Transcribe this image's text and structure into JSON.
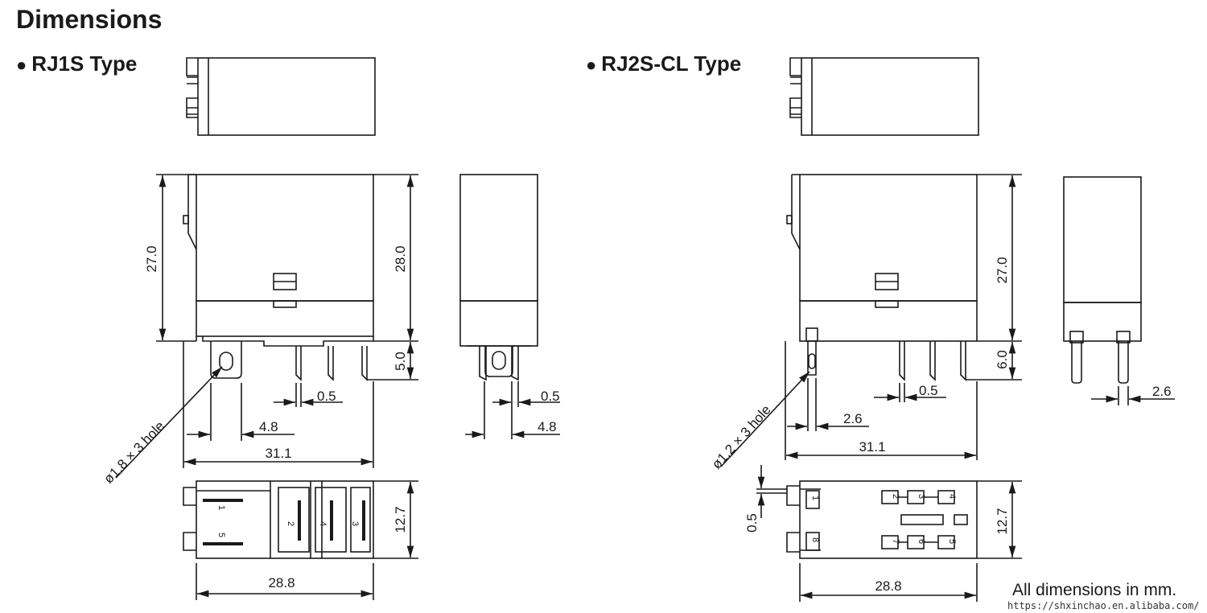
{
  "page": {
    "title": "Dimensions"
  },
  "left": {
    "section_title": "RJ1S Type",
    "dims": {
      "height_body": "27.0",
      "height_total": "28.0",
      "pin_length": "5.0",
      "pin_width": "0.5",
      "pin_offset": "4.8",
      "width": "31.1",
      "hole": "ø1.8 × 3 hole",
      "side_pin_width": "0.5",
      "side_offset": "4.8",
      "bottom_depth": "12.7",
      "bottom_width": "28.8"
    },
    "pins": [
      "1",
      "5",
      "2",
      "4",
      "3"
    ]
  },
  "right": {
    "section_title": "RJ2S-CL Type",
    "dims": {
      "height_body": "27.0",
      "pin_length": "6.0",
      "pin_width": "0.5",
      "pin_offset": "2.6",
      "width": "31.1",
      "hole": "ø1.2 × 3 hole",
      "side_pin_width": "2.6",
      "bottom_gap": "0.5",
      "bottom_depth": "12.7",
      "bottom_width": "28.8"
    },
    "pins": [
      "1",
      "8",
      "2",
      "3",
      "4",
      "7",
      "6",
      "5"
    ]
  },
  "footer": {
    "note": "All dimensions in mm.",
    "url": "https://shxinchao.en.alibaba.com/"
  }
}
